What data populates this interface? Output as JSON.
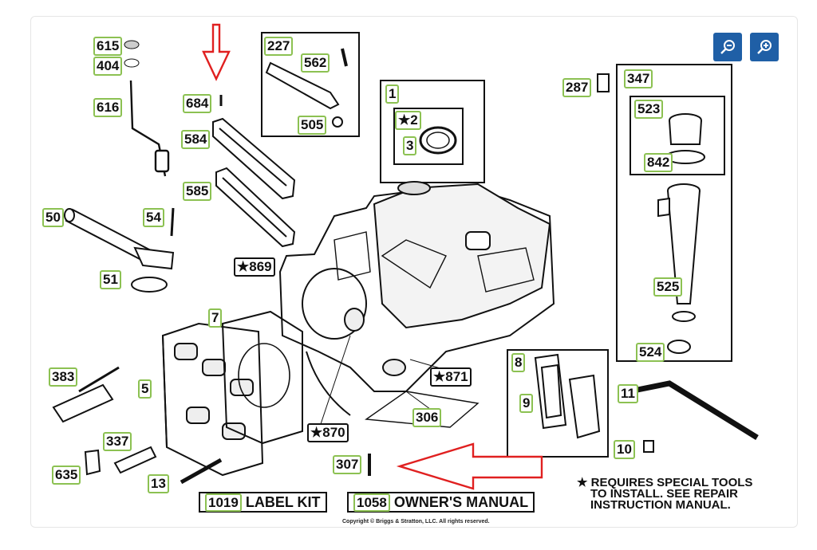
{
  "toolbar": {
    "zoom_out": "zoom-out",
    "zoom_in": "zoom-in"
  },
  "parts": {
    "p615": "615",
    "p404": "404",
    "p616": "616",
    "p684": "684",
    "p584": "584",
    "p585": "585",
    "p50": "50",
    "p54": "54",
    "p51": "51",
    "p869": "★869",
    "p227": "227",
    "p562": "562",
    "p505": "505",
    "p1": "1",
    "p2": "★2",
    "p3": "3",
    "p287": "287",
    "p347": "347",
    "p523": "523",
    "p842": "842",
    "p525": "525",
    "p524": "524",
    "p7": "7",
    "p383": "383",
    "p5": "5",
    "p337": "337",
    "p635": "635",
    "p13": "13",
    "p871": "★871",
    "p870": "★870",
    "p306": "306",
    "p307": "307",
    "p8": "8",
    "p9": "9",
    "p11": "11",
    "p10": "10",
    "p1019": "1019",
    "p1058": "1058"
  },
  "labels": {
    "label_kit": "LABEL KIT",
    "owners_manual": "OWNER'S MANUAL"
  },
  "note": {
    "line1": "★ REQUIRES SPECIAL TOOLS",
    "line2": "TO INSTALL.  SEE REPAIR",
    "line3": "INSTRUCTION MANUAL."
  },
  "copyright": "Copyright © Briggs & Stratton, LLC. All rights reserved.",
  "colors": {
    "zoom_bg": "#1f5fa6",
    "callout_border": "#8cc152",
    "arrow": "#e02020"
  }
}
